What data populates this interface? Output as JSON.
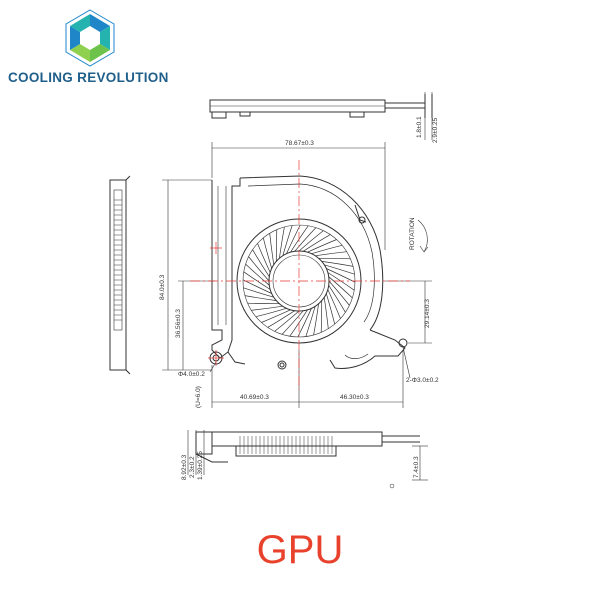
{
  "brand": {
    "name": "COOLING REVOLUTION",
    "logo_icon": "hexagon-swirl-logo",
    "colors": {
      "blue": "#1f86c8",
      "teal": "#25b3b0",
      "green": "#6cc24a",
      "text": "#1f5f8a"
    }
  },
  "caption": {
    "text": "GPU",
    "color": "#e8422c"
  },
  "drawing": {
    "line_color": "#333333",
    "center_line_color": "#e53935",
    "dimensions": {
      "overall_width": "78.67±0.3",
      "overall_height": "84.0±0.3",
      "left_to_center": "40.69±0.3",
      "center_to_right": "46.30±0.3",
      "center_height": "36.56±0.3",
      "right_offset": "29.14±0.3",
      "top_thickness_a": "1.8±0.1",
      "top_thickness_b": "2.9±0.25",
      "hole_left": "Φ4.0±0.2",
      "hole_right": "2-Φ3.0±0.2",
      "hole_left_sub": "(U=6.0)",
      "bottom_a": "8.92±0.3",
      "bottom_b": "2.3±0.2",
      "bottom_c": "1.39±0.25",
      "bottom_right": "7.4±0.3"
    },
    "rotation_label": "ROTATION"
  }
}
